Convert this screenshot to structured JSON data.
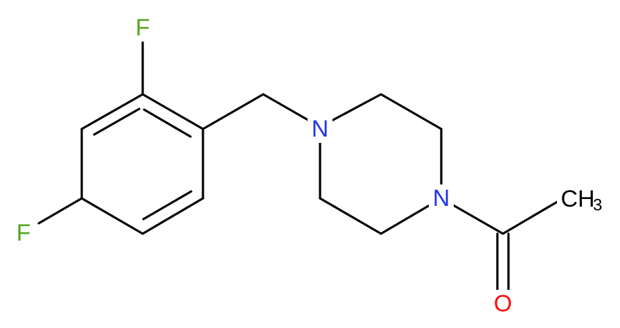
{
  "molecule": {
    "atoms": {
      "F_top": {
        "symbol": "F",
        "color": "#55a525"
      },
      "F_left": {
        "symbol": "F",
        "color": "#55a525"
      },
      "N_top": {
        "symbol": "N",
        "color": "#2236e8"
      },
      "N_bottom": {
        "symbol": "N",
        "color": "#2236e8"
      },
      "O": {
        "symbol": "O",
        "color": "#ff0d0d"
      },
      "CH3": {
        "symbol": "CH",
        "subscript": "3",
        "color": "#000000"
      }
    },
    "bond_color": "#000000"
  }
}
